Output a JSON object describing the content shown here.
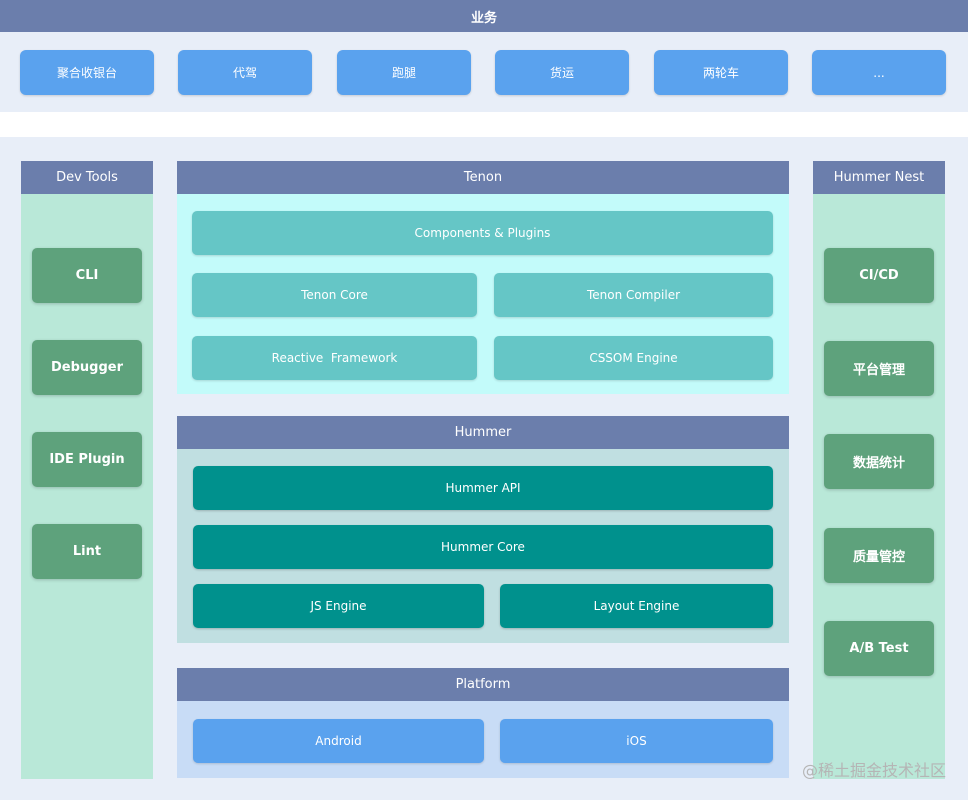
{
  "business": {
    "title": "业务",
    "items": [
      "聚合收银台",
      "代驾",
      "跑腿",
      "货运",
      "两轮车",
      "..."
    ]
  },
  "dev_tools": {
    "title": "Dev Tools",
    "items": [
      "CLI",
      "Debugger",
      "IDE Plugin",
      "Lint"
    ]
  },
  "tenon": {
    "title": "Tenon",
    "items": [
      "Components & Plugins",
      "Tenon Core",
      "Tenon Compiler",
      "Reactive  Framework",
      "CSSOM Engine"
    ]
  },
  "hummer": {
    "title": "Hummer",
    "items": [
      "Hummer API",
      "Hummer Core",
      "JS Engine",
      "Layout Engine"
    ]
  },
  "platform": {
    "title": "Platform",
    "items": [
      "Android",
      "iOS"
    ]
  },
  "hummer_nest": {
    "title": "Hummer Nest",
    "items": [
      "CI/CD",
      "平台管理",
      "数据统计",
      "质量管控",
      "A/B Test"
    ]
  },
  "watermark": "@稀土掘金技术社区",
  "colors": {
    "header": "#6b7eac",
    "business_item": "#5aa2ee",
    "side_panel": "#b9e8d8",
    "side_item": "#5ea27c",
    "tenon_panel": "#c3fbfa",
    "tenon_item": "#65c6c6",
    "hummer_panel": "#c0dfe1",
    "hummer_item": "#00918d",
    "platform_panel": "#c8dcf6",
    "platform_item": "#5aa2ee"
  }
}
